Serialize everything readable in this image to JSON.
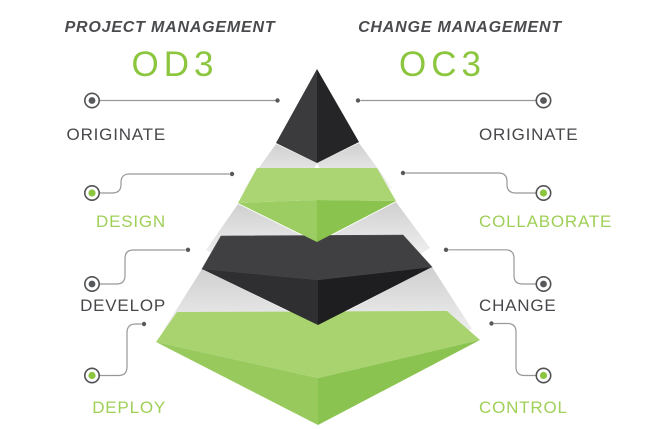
{
  "left_column": {
    "header": "PROJECT MANAGEMENT",
    "acronym": "OD3",
    "labels": [
      {
        "text": "ORIGINATE",
        "color": "dark"
      },
      {
        "text": "DESIGN",
        "color": "green"
      },
      {
        "text": "DEVELOP",
        "color": "dark"
      },
      {
        "text": "DEPLOY",
        "color": "green"
      }
    ]
  },
  "right_column": {
    "header": "CHANGE MANAGEMENT",
    "acronym": "OC3",
    "labels": [
      {
        "text": "ORIGINATE",
        "color": "dark"
      },
      {
        "text": "COLLABORATE",
        "color": "green"
      },
      {
        "text": "CHANGE",
        "color": "dark"
      },
      {
        "text": "CONTROL",
        "color": "green"
      }
    ]
  },
  "pyramid": {
    "levels": [
      {
        "level": 1,
        "color": "dark",
        "left_label": "ORIGINATE",
        "right_label": "ORIGINATE"
      },
      {
        "level": 2,
        "color": "green",
        "left_label": "DESIGN",
        "right_label": "COLLABORATE"
      },
      {
        "level": 3,
        "color": "dark",
        "left_label": "DEVELOP",
        "right_label": "CHANGE"
      },
      {
        "level": 4,
        "color": "green",
        "left_label": "DEPLOY",
        "right_label": "CONTROL"
      }
    ]
  },
  "colors": {
    "accent_green": "#8cc63f",
    "label_green": "#9fd057",
    "dark_text": "#47484b",
    "connector_gray": "#97989b",
    "node_gray": "#58595b",
    "band_green_top": "#abd573",
    "band_green_left": "#9ccd62",
    "band_green_right": "#8ac34d",
    "band_dark_top": "#404043",
    "band_dark_left": "#2f2f32",
    "band_dark_right": "#1e1e20"
  }
}
